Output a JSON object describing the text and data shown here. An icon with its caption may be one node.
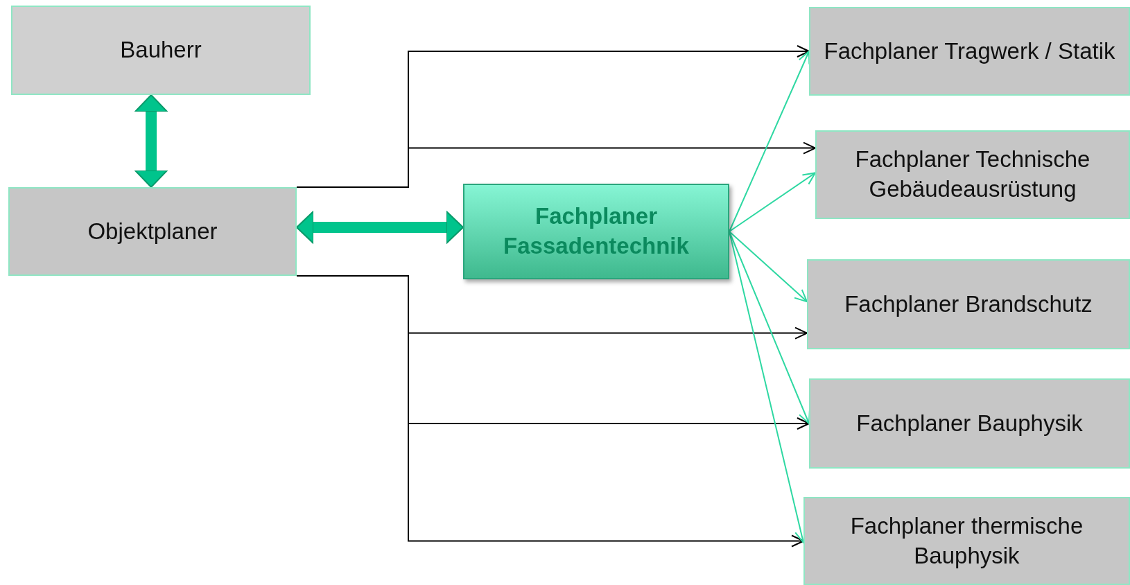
{
  "diagram": {
    "nodes": [
      {
        "text": [
          "Bauherr"
        ]
      },
      {
        "text": [
          "Objektplaner"
        ]
      },
      {
        "text": [
          "Fachplaner Fassadentechnik"
        ]
      },
      {
        "text": [
          "Fachplaner Tragwerk / Statik"
        ]
      },
      {
        "text": [
          "Fachplaner Technische Gebäudeausrüstung"
        ]
      },
      {
        "text": [
          "Fachplaner Brandschutz"
        ]
      },
      {
        "text": [
          "Fachplaner Bauphysik"
        ]
      },
      {
        "text": [
          "Fachplaner thermische Bauphysik"
        ]
      }
    ],
    "edges": [
      {
        "from": 0,
        "to": 1,
        "arrow": "both",
        "style": "thick",
        "color": "#00c48c"
      },
      {
        "from": 1,
        "to": 2,
        "arrow": "both",
        "style": "thick",
        "color": "#00c48c"
      },
      {
        "from": 1,
        "to": 3,
        "arrow": "to"
      },
      {
        "from": 1,
        "to": 4,
        "arrow": "to"
      },
      {
        "from": 1,
        "to": 5,
        "arrow": "to"
      },
      {
        "from": 1,
        "to": 6,
        "arrow": "to"
      },
      {
        "from": 1,
        "to": 7,
        "arrow": "to"
      },
      {
        "from": 2,
        "to": 3,
        "arrow": "to",
        "color": "#2ed8a2"
      },
      {
        "from": 2,
        "to": 4,
        "arrow": "to",
        "color": "#2ed8a2"
      },
      {
        "from": 2,
        "to": 5,
        "arrow": "to",
        "color": "#2ed8a2"
      },
      {
        "from": 2,
        "to": 6,
        "arrow": "to",
        "color": "#2ed8a2"
      },
      {
        "from": 2,
        "to": 7,
        "arrow": "to",
        "color": "#2ed8a2"
      }
    ]
  }
}
